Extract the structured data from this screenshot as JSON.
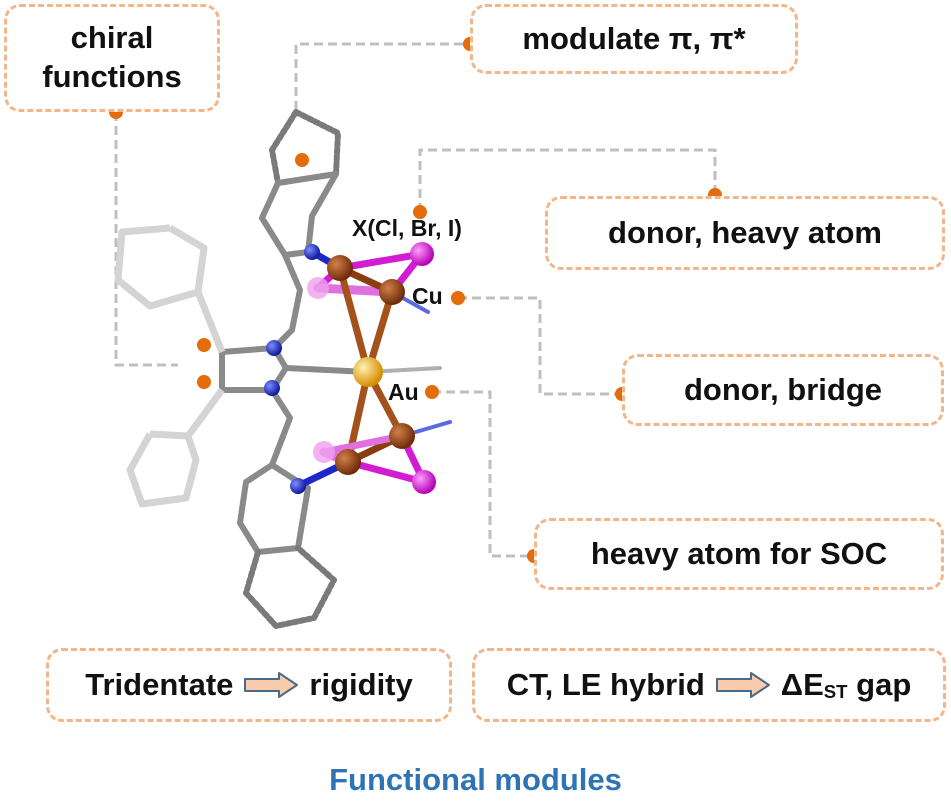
{
  "labels": {
    "chiral_line1": "chiral",
    "chiral_line2": "functions",
    "modulate": "modulate π, π*",
    "donor_heavy": "donor, heavy atom",
    "donor_bridge": "donor, bridge",
    "heavy_soc": "heavy atom for SOC",
    "tridentate": "Tridentate",
    "rigidity": "rigidity",
    "ct_le": "CT, LE hybrid",
    "delta_e": "ΔE",
    "st_sub": "ST",
    "gap": "gap"
  },
  "atoms": {
    "x_label": "X(Cl, Br, I)",
    "cu_label": "Cu",
    "au_label": "Au"
  },
  "caption": "Functional modules",
  "colors": {
    "box_border": "#f2b68a",
    "leader_line": "#bfbfbf",
    "dot": "#e46c0a",
    "caption": "#2e74b5",
    "arrow_fill": "#f8cbad",
    "arrow_stroke": "#4a6a8a",
    "gold": "#e8a317",
    "copper": "#8b3d12",
    "halogen": "#d41bd4",
    "nitrogen": "#1c28c8",
    "bond": "#8a8a8a"
  },
  "icons": {
    "arrow": "right-arrow-icon"
  }
}
